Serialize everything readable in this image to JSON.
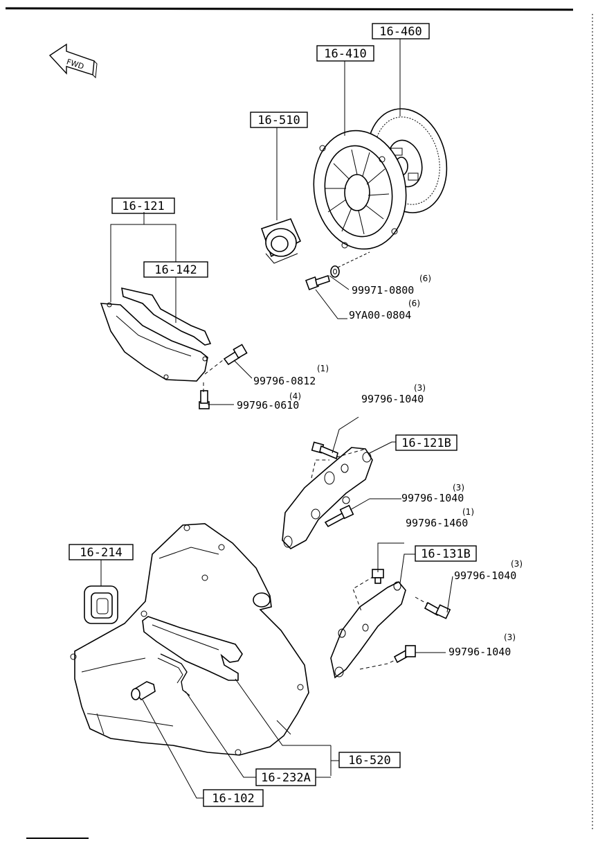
{
  "diagram": {
    "direction_label": "FWD",
    "part_labels": [
      {
        "id": "p16460",
        "text": "16-460"
      },
      {
        "id": "p16410",
        "text": "16-410"
      },
      {
        "id": "p16510",
        "text": "16-510"
      },
      {
        "id": "p16121",
        "text": "16-121"
      },
      {
        "id": "p16142",
        "text": "16-142"
      },
      {
        "id": "p16121B",
        "text": "16-121B"
      },
      {
        "id": "p16214",
        "text": "16-214"
      },
      {
        "id": "p16131B",
        "text": "16-131B"
      },
      {
        "id": "p16520",
        "text": "16-520"
      },
      {
        "id": "p16232A",
        "text": "16-232A"
      },
      {
        "id": "p16102",
        "text": "16-102"
      }
    ],
    "hardware_labels": [
      {
        "id": "h1",
        "code": "99971-0800",
        "qty": "(6)"
      },
      {
        "id": "h2",
        "code": "9YA00-0804",
        "qty": "(6)"
      },
      {
        "id": "h3",
        "code": "99796-0812",
        "qty": "(1)"
      },
      {
        "id": "h4",
        "code": "99796-0610",
        "qty": "(4)"
      },
      {
        "id": "h5",
        "code": "99796-1040",
        "qty": "(3)"
      },
      {
        "id": "h6",
        "code": "99796-1040",
        "qty": "(3)"
      },
      {
        "id": "h7",
        "code": "99796-1460",
        "qty": "(1)"
      },
      {
        "id": "h8",
        "code": "99796-1040",
        "qty": "(3)"
      },
      {
        "id": "h9",
        "code": "99796-1040",
        "qty": "(3)"
      }
    ]
  }
}
